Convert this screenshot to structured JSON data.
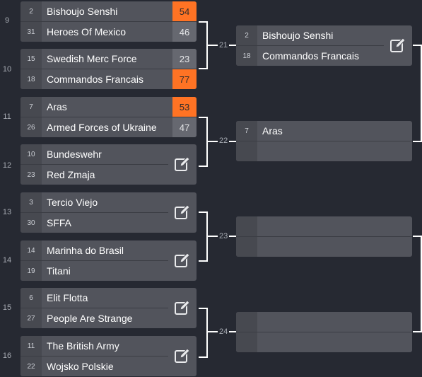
{
  "round1": [
    {
      "num": "9",
      "rows": [
        {
          "seed": "2",
          "name": "Bishoujo Senshi",
          "score": "54",
          "win": true
        },
        {
          "seed": "31",
          "name": "Heroes Of Mexico",
          "score": "46",
          "win": false
        }
      ]
    },
    {
      "num": "10",
      "rows": [
        {
          "seed": "15",
          "name": "Swedish Merc Force",
          "score": "23",
          "win": false
        },
        {
          "seed": "18",
          "name": "Commandos Francais",
          "score": "77",
          "win": true
        }
      ]
    },
    {
      "num": "11",
      "rows": [
        {
          "seed": "7",
          "name": "Aras",
          "score": "53",
          "win": true
        },
        {
          "seed": "26",
          "name": "Armed Forces of Ukraine",
          "score": "47",
          "win": false
        }
      ]
    },
    {
      "num": "12",
      "rows": [
        {
          "seed": "10",
          "name": "Bundeswehr",
          "score": ""
        },
        {
          "seed": "23",
          "name": "Red Zmaja",
          "score": ""
        }
      ]
    },
    {
      "num": "13",
      "rows": [
        {
          "seed": "3",
          "name": "Tercio Viejo",
          "score": ""
        },
        {
          "seed": "30",
          "name": "SFFA",
          "score": ""
        }
      ]
    },
    {
      "num": "14",
      "rows": [
        {
          "seed": "14",
          "name": "Marinha do Brasil",
          "score": ""
        },
        {
          "seed": "19",
          "name": "Titani",
          "score": ""
        }
      ]
    },
    {
      "num": "15",
      "rows": [
        {
          "seed": "6",
          "name": "Elit Flotta",
          "score": ""
        },
        {
          "seed": "27",
          "name": "People Are Strange",
          "score": ""
        }
      ]
    },
    {
      "num": "16",
      "rows": [
        {
          "seed": "11",
          "name": "The British Army",
          "score": ""
        },
        {
          "seed": "22",
          "name": "Wojsko Polskie",
          "score": ""
        }
      ]
    }
  ],
  "round2": [
    {
      "num": "21",
      "rows": [
        {
          "seed": "2",
          "name": "Bishoujo Senshi"
        },
        {
          "seed": "18",
          "name": "Commandos Francais"
        }
      ]
    },
    {
      "num": "22",
      "rows": [
        {
          "seed": "7",
          "name": "Aras"
        },
        {
          "seed": "",
          "name": ""
        }
      ]
    },
    {
      "num": "23",
      "rows": [
        {
          "seed": "",
          "name": ""
        },
        {
          "seed": "",
          "name": ""
        }
      ]
    },
    {
      "num": "24",
      "rows": [
        {
          "seed": "",
          "name": ""
        },
        {
          "seed": "",
          "name": ""
        }
      ]
    }
  ],
  "icons": {
    "edit": "edit-icon"
  },
  "colors": {
    "win": "#ff7324",
    "background": "#262932",
    "card": "#52545c"
  }
}
